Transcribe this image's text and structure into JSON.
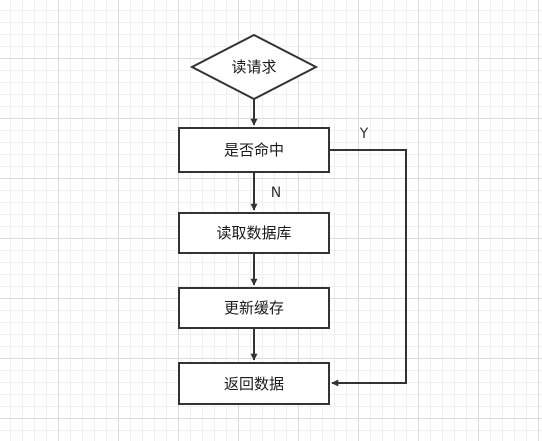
{
  "colors": {
    "stroke": "#333333",
    "fill": "#ffffff",
    "text": "#1a1a1a"
  },
  "nodes": {
    "start": {
      "label": "读请求",
      "shape": "diamond"
    },
    "check_hit": {
      "label": "是否命中",
      "shape": "rectangle"
    },
    "read_db": {
      "label": "读取数据库",
      "shape": "rectangle"
    },
    "update_cache": {
      "label": "更新缓存",
      "shape": "rectangle"
    },
    "return_data": {
      "label": "返回数据",
      "shape": "rectangle"
    }
  },
  "edges": {
    "start_to_check": {
      "from": "读请求",
      "to": "是否命中",
      "label": ""
    },
    "hit_yes": {
      "from": "是否命中",
      "to": "返回数据",
      "label": "Y"
    },
    "hit_no": {
      "from": "是否命中",
      "to": "读取数据库",
      "label": "N"
    },
    "db_to_cache": {
      "from": "读取数据库",
      "to": "更新缓存",
      "label": ""
    },
    "cache_to_return": {
      "from": "更新缓存",
      "to": "返回数据",
      "label": ""
    }
  }
}
